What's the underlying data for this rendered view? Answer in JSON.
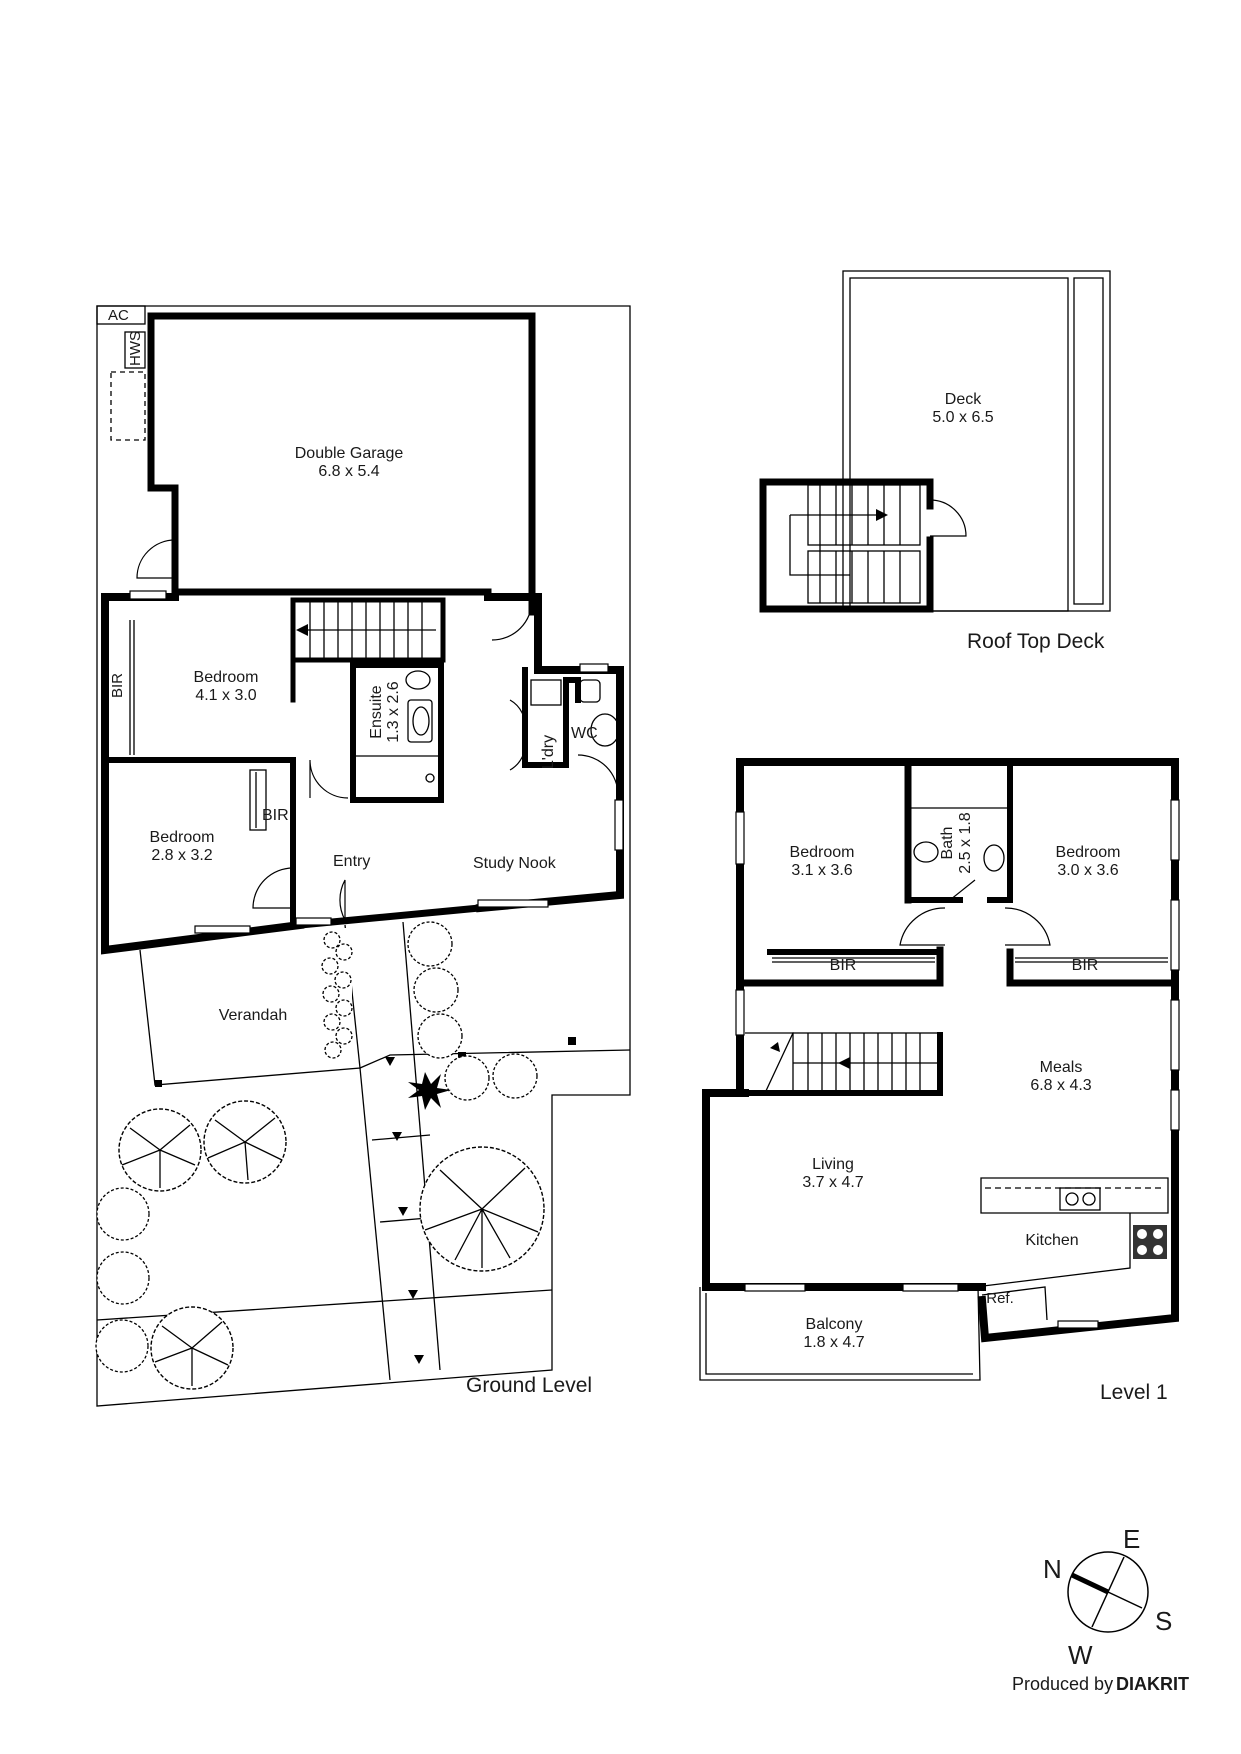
{
  "levels": {
    "ground": {
      "title": "Ground Level",
      "rooms": {
        "ac": "AC",
        "hws": "HWS",
        "garage_name": "Double Garage",
        "garage_dims": "6.8 x 5.4",
        "bed1_name": "Bedroom",
        "bed1_dims": "4.1 x 3.0",
        "bed1_bir": "BIR",
        "ensuite_name": "Ensuite",
        "ensuite_dims": "1.3 x 2.6",
        "laundry": "L'dry",
        "wc": "WC",
        "bed2_name": "Bedroom",
        "bed2_dims": "2.8 x 3.2",
        "bed2_bir": "BIR",
        "entry": "Entry",
        "study": "Study Nook",
        "verandah": "Verandah"
      }
    },
    "roof": {
      "title": "Roof Top Deck",
      "rooms": {
        "deck_name": "Deck",
        "deck_dims": "5.0 x 6.5"
      }
    },
    "level1": {
      "title": "Level 1",
      "rooms": {
        "bed_a_name": "Bedroom",
        "bed_a_dims": "3.1 x 3.6",
        "bed_a_bir": "BIR",
        "bath_name": "Bath",
        "bath_dims": "2.5 x 1.8",
        "bed_b_name": "Bedroom",
        "bed_b_dims": "3.0 x 3.6",
        "bed_b_bir": "BIR",
        "meals_name": "Meals",
        "meals_dims": "6.8 x 4.3",
        "living_name": "Living",
        "living_dims": "3.7 x 4.7",
        "kitchen": "Kitchen",
        "ref": "Ref.",
        "balcony_name": "Balcony",
        "balcony_dims": "1.8 x 4.7"
      }
    }
  },
  "compass": {
    "n": "N",
    "e": "E",
    "s": "S",
    "w": "W"
  },
  "credit": {
    "produced": "Produced by",
    "brand": "DIAKRIT"
  }
}
